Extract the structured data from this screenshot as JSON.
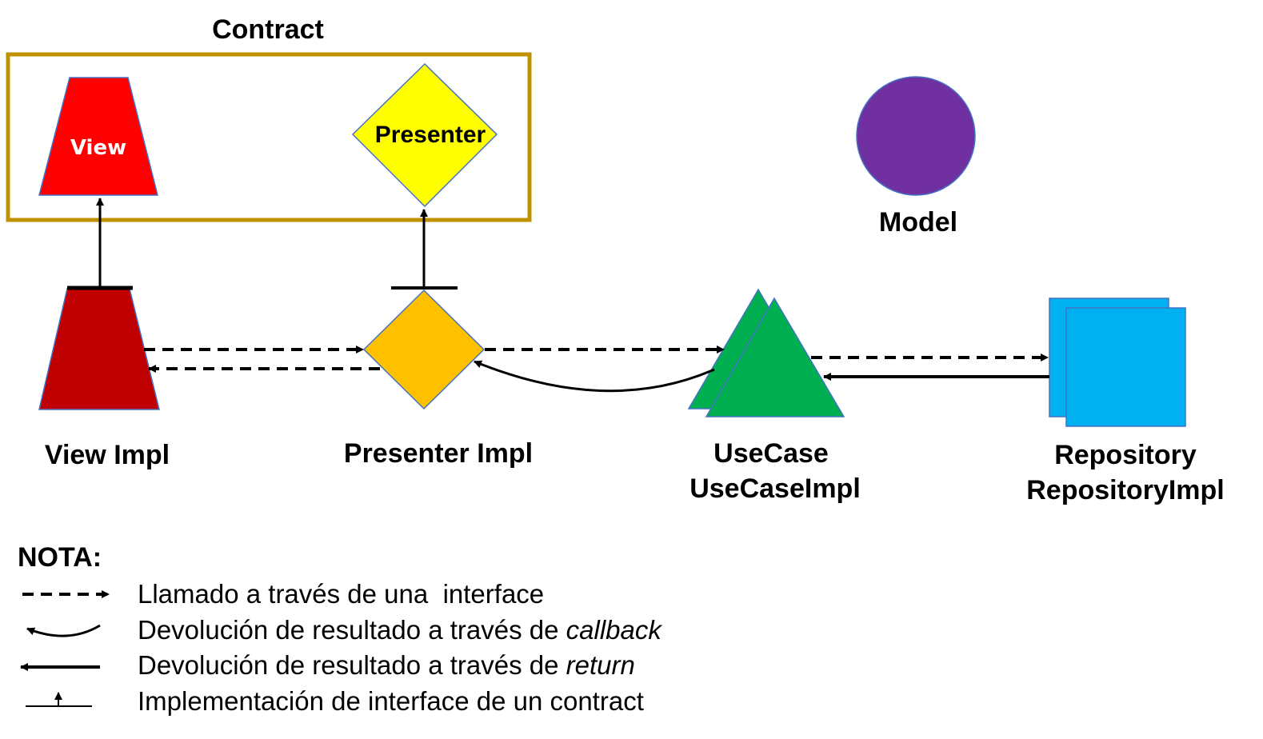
{
  "contract": {
    "title": "Contract"
  },
  "nodes": {
    "view": {
      "label": "View"
    },
    "presenter": {
      "label": "Presenter"
    },
    "model": {
      "label": "Model"
    },
    "view_impl": {
      "label": "View Impl"
    },
    "presenter_impl": {
      "label": "Presenter Impl"
    },
    "usecase": {
      "label_line1": "UseCase",
      "label_line2": "UseCaseImpl"
    },
    "repository": {
      "label_line1": "Repository",
      "label_line2": "RepositoryImpl"
    }
  },
  "legend": {
    "title": "NOTA:",
    "items": [
      {
        "text": "Llamado a través de una  interface"
      },
      {
        "text": "Devolución de resultado a través de ",
        "emphasis": "callback"
      },
      {
        "text": "Devolución de resultado a través de ",
        "emphasis": "return"
      },
      {
        "text": "Implementación de interface de un contract"
      }
    ]
  },
  "colors": {
    "contract_border": "#BF9000",
    "view": "#FF0000",
    "view_impl": "#C00000",
    "presenter": "#FFFF00",
    "presenter_impl": "#FFC000",
    "model": "#7030A0",
    "usecase": "#00B050",
    "repository": "#00B0F0"
  }
}
